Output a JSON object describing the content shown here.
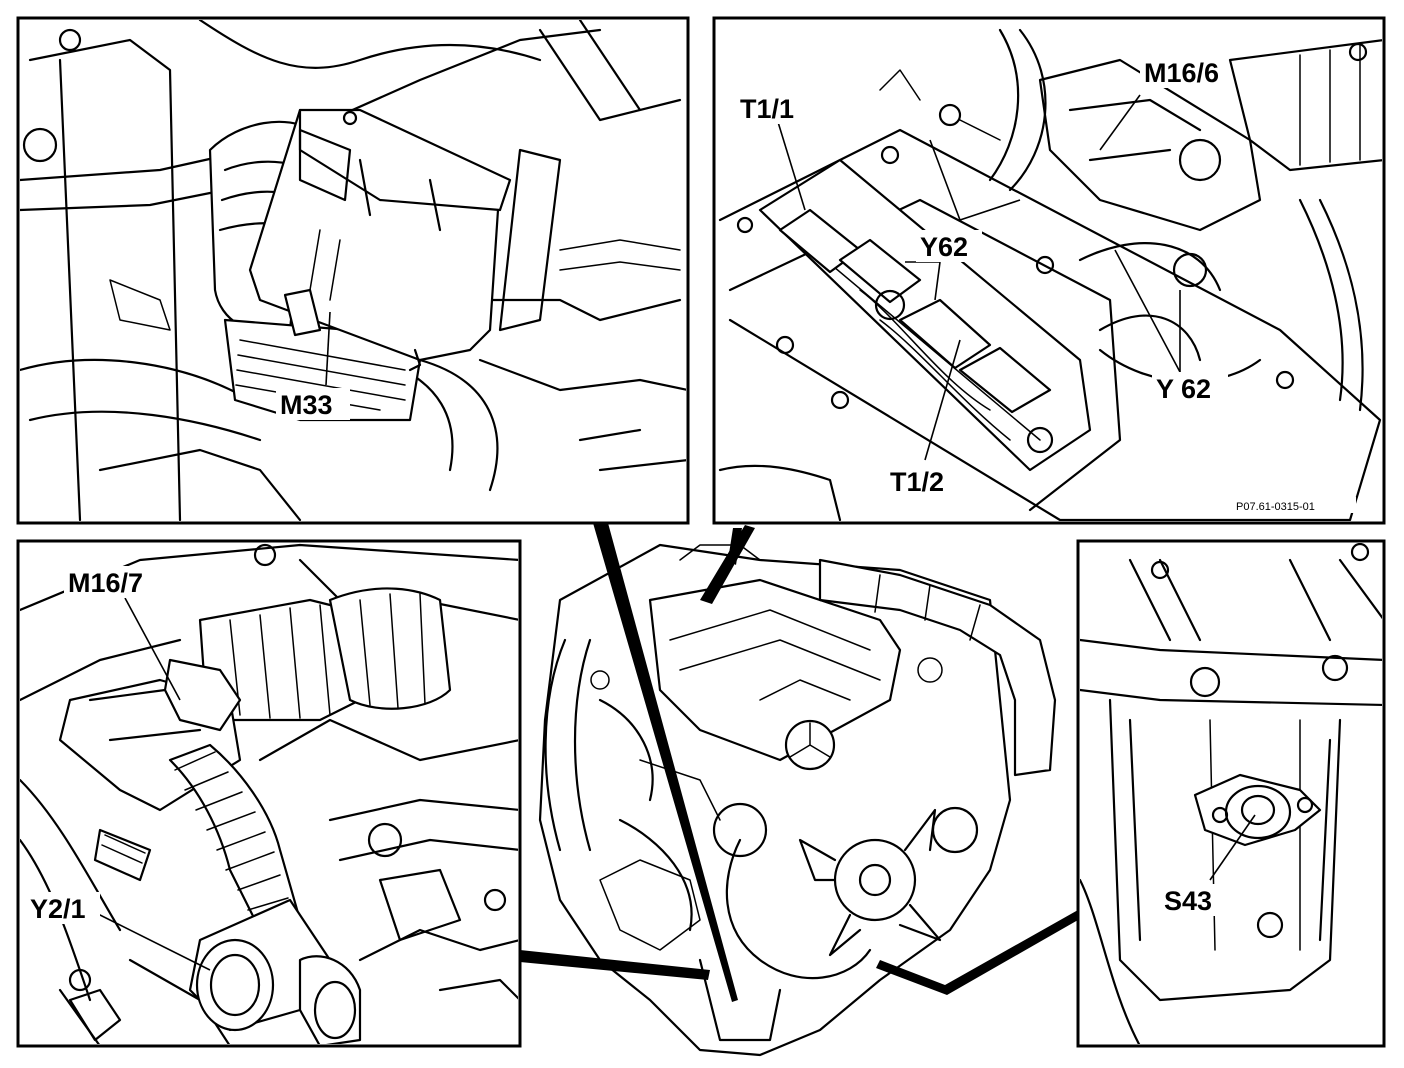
{
  "labels": {
    "m33": "M33",
    "t1_1": "T1/1",
    "m16_6": "M16/6",
    "y62_upper": "Y62",
    "y62_lower": "Y 62",
    "t1_2": "T1/2",
    "m16_7": "M16/7",
    "y2_1": "Y2/1",
    "s43": "S43"
  },
  "figure_code": "P07.61-0315-01",
  "colors": {
    "line": "#000000",
    "background": "#ffffff"
  }
}
